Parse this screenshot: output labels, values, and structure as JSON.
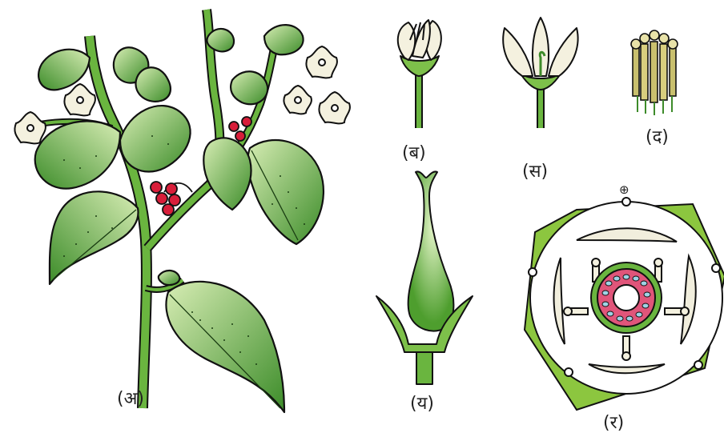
{
  "labels": {
    "a": "(अ)",
    "b": "(ब)",
    "s": "(स)",
    "d": "(द)",
    "y": "(य)",
    "r": "(र)"
  },
  "floral_diagram": {
    "symbol": "⊕"
  },
  "colors": {
    "leaf_light": "#c8e6a0",
    "leaf_dark": "#3d8b2a",
    "stem": "#5aa83a",
    "outline": "#111111",
    "petal": "#f3f1e2",
    "berry": "#d81e3a",
    "ovary_ring": "#e0557a",
    "ovule": "#9fd3e6",
    "calyx": "#8cc63f"
  }
}
